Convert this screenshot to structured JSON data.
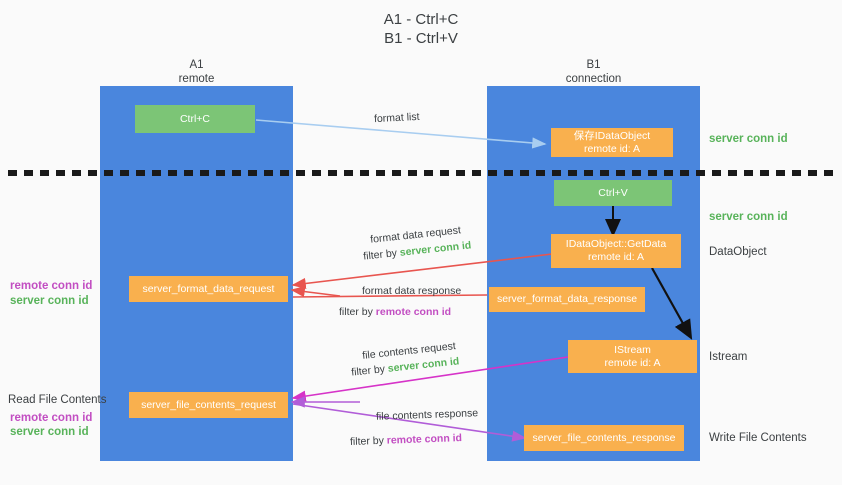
{
  "title": {
    "line1": "A1 - Ctrl+C",
    "line2": "B1 - Ctrl+V"
  },
  "columns": [
    {
      "name": "A1",
      "sub": "remote"
    },
    {
      "name": "B1",
      "sub": "connection"
    }
  ],
  "boxes": {
    "ctrl_c": {
      "line1": "Ctrl+C",
      "line2": ""
    },
    "save_idataobject": {
      "line1": "保存IDataObject",
      "line2": "remote id: A"
    },
    "ctrl_v": {
      "line1": "Ctrl+V",
      "line2": ""
    },
    "getdata": {
      "line1": "IDataObject::GetData",
      "line2": "remote id: A"
    },
    "format_data_request": {
      "line1": "server_format_data_request",
      "line2": ""
    },
    "format_data_response": {
      "line1": "server_format_data_response",
      "line2": ""
    },
    "istream": {
      "line1": "IStream",
      "line2": "remote id: A"
    },
    "file_contents_request": {
      "line1": "server_file_contents_request",
      "line2": ""
    },
    "file_contents_response": {
      "line1": "server_file_contents_response",
      "line2": ""
    }
  },
  "right_labels": {
    "server_conn_id_top": "server conn id",
    "server_conn_id_mid": "server conn id",
    "dataobject": "DataObject",
    "istream": "Istream",
    "write_file_contents": "Write File Contents"
  },
  "left_labels": {
    "remote_conn_id_1": "remote conn id",
    "server_conn_id_1": "server conn id",
    "read_file_contents": "Read File Contents",
    "remote_conn_id_2": "remote conn id",
    "server_conn_id_2": "server conn id"
  },
  "edges": [
    {
      "id": "format-list",
      "text": "format list",
      "filter_prefix": "",
      "filter_value": "",
      "color": "#a8cdf0"
    },
    {
      "id": "format-data-request",
      "text": "format data request",
      "filter_prefix": "filter by ",
      "filter_value": "server conn id",
      "filter_color": "green",
      "color": "#e8554f"
    },
    {
      "id": "format-data-response",
      "text": "format data response",
      "filter_prefix": "filter by ",
      "filter_value": "remote conn id",
      "filter_color": "purple",
      "color": "#e8554f"
    },
    {
      "id": "file-contents-request",
      "text": "file contents request",
      "filter_prefix": "filter by ",
      "filter_value": "server conn id",
      "filter_color": "green",
      "color": "#d633c8"
    },
    {
      "id": "file-contents-response",
      "text": "file contents response",
      "filter_prefix": "filter by ",
      "filter_value": "remote conn id",
      "filter_color": "purple",
      "color": "#b15dd8"
    }
  ],
  "colors": {
    "lane": "#4a86dd",
    "green_box": "#7cc576",
    "orange_box": "#f9b04e",
    "green_text": "#58b35a",
    "purple_text": "#c24ec2",
    "red_arrow": "#e8554f",
    "magenta_arrow": "#d633c8",
    "lightblue_arrow": "#a8cdf0",
    "background": "#fafafa"
  }
}
